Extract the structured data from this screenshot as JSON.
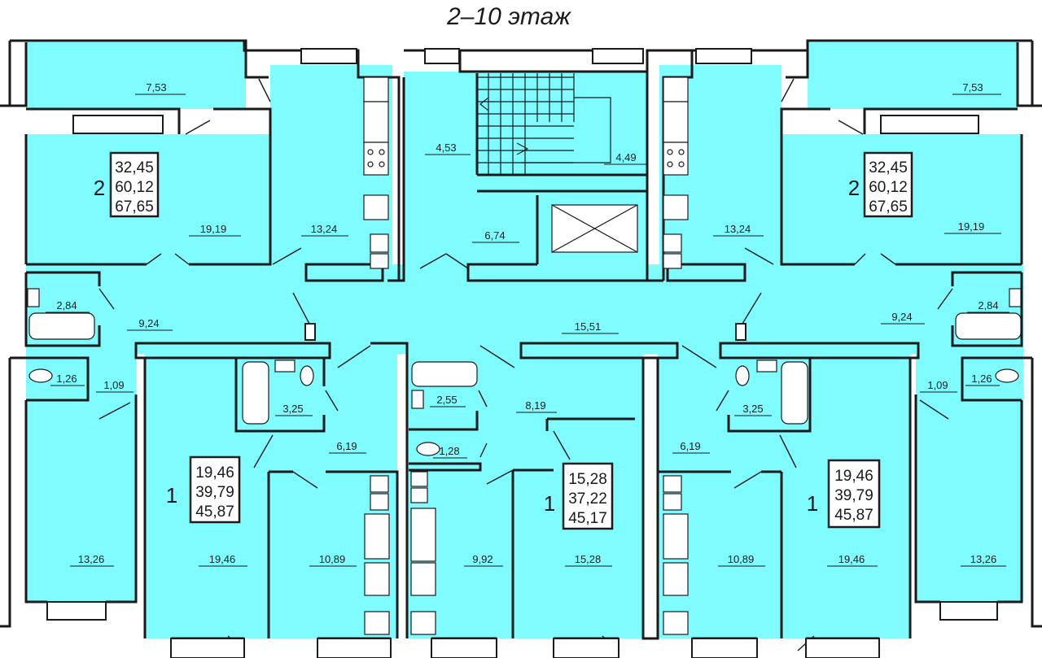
{
  "title": "2–10 этаж",
  "apartments": [
    {
      "id": "apt-2-left",
      "rooms": "2",
      "living": "32,45",
      "total": "60,12",
      "total_with_balcony": "67,65"
    },
    {
      "id": "apt-2-right",
      "rooms": "2",
      "living": "32,45",
      "total": "60,12",
      "total_with_balcony": "67,65"
    },
    {
      "id": "apt-1-left",
      "rooms": "1",
      "living": "19,46",
      "total": "39,79",
      "total_with_balcony": "45,87"
    },
    {
      "id": "apt-1-center",
      "rooms": "1",
      "living": "15,28",
      "total": "37,22",
      "total_with_balcony": "45,17"
    },
    {
      "id": "apt-1-right",
      "rooms": "1",
      "living": "19,46",
      "total": "39,79",
      "total_with_balcony": "45,87"
    }
  ],
  "room_areas": [
    {
      "id": "balcony-top-left",
      "value": "7,53"
    },
    {
      "id": "balcony-top-right",
      "value": "7,53"
    },
    {
      "id": "stair-landing-left",
      "value": "4,53"
    },
    {
      "id": "stair-landing-right",
      "value": "4,49"
    },
    {
      "id": "lift-hall",
      "value": "6,74"
    },
    {
      "id": "room-2l",
      "value": "19,19"
    },
    {
      "id": "kitchen-2l",
      "value": "13,24"
    },
    {
      "id": "room-2r",
      "value": "19,19"
    },
    {
      "id": "kitchen-2r",
      "value": "13,24"
    },
    {
      "id": "bath-2l",
      "value": "2,84"
    },
    {
      "id": "bath-2r",
      "value": "2,84"
    },
    {
      "id": "hall-2l",
      "value": "9,24"
    },
    {
      "id": "hall-2r",
      "value": "9,24"
    },
    {
      "id": "corridor",
      "value": "15,51"
    },
    {
      "id": "wc-2l",
      "value": "1,26"
    },
    {
      "id": "wc-2r",
      "value": "1,26"
    },
    {
      "id": "closet-2l",
      "value": "1,09"
    },
    {
      "id": "closet-2r",
      "value": "1,09"
    },
    {
      "id": "bath-1l",
      "value": "3,25"
    },
    {
      "id": "bath-1r",
      "value": "3,25"
    },
    {
      "id": "bath-1c",
      "value": "2,55"
    },
    {
      "id": "hall-1c",
      "value": "8,19"
    },
    {
      "id": "hall-1l",
      "value": "6,19"
    },
    {
      "id": "hall-1r",
      "value": "6,19"
    },
    {
      "id": "wc-1c",
      "value": "1,28"
    },
    {
      "id": "room-2l-b",
      "value": "13,26"
    },
    {
      "id": "room-1l",
      "value": "19,46"
    },
    {
      "id": "kitchen-1l",
      "value": "10,89"
    },
    {
      "id": "kitchen-1c",
      "value": "9,92"
    },
    {
      "id": "room-1c",
      "value": "15,28"
    },
    {
      "id": "kitchen-1r",
      "value": "10,89"
    },
    {
      "id": "room-1r",
      "value": "19,46"
    },
    {
      "id": "room-2r-b",
      "value": "13,26"
    }
  ],
  "colors": {
    "room_fill": "#7ffcff",
    "walls": "#1a1a1a",
    "background": "#ffffff"
  }
}
